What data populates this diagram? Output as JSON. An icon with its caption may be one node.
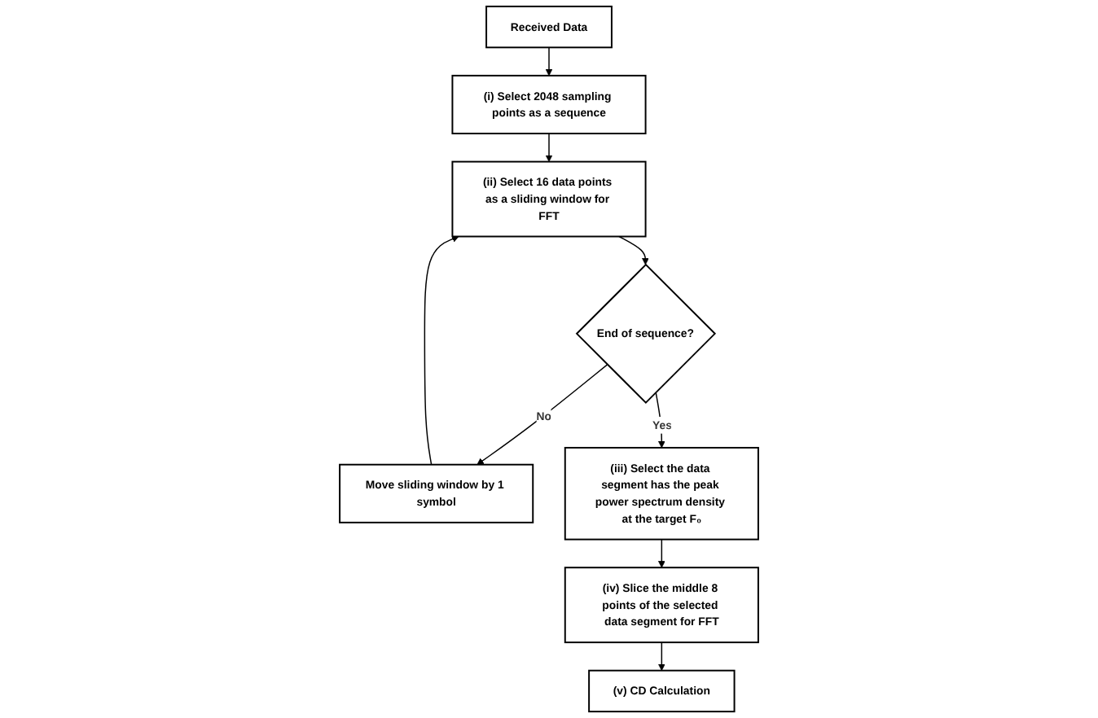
{
  "diagram": {
    "nodes": [
      {
        "text": [
          "Received Data"
        ]
      },
      {
        "text": [
          "(i) Select 2048 sampling points as a sequence"
        ]
      },
      {
        "text": [
          "(ii) Select 16 data points as a sliding window for FFT"
        ]
      },
      {
        "text": [
          "Move sliding window by 1 symbol"
        ]
      },
      {
        "text": [
          "End of sequence?"
        ]
      },
      {
        "text": [
          "(iii) Select the data segment has the peak power spectrum density at the target F₀"
        ]
      },
      {
        "text": [
          "(iv) Slice the middle 8 points of the selected data segment for FFT"
        ]
      },
      {
        "text": [
          "(v) CD Calculation"
        ]
      }
    ],
    "edges": [
      {
        "from": 0,
        "to": 1,
        "arrow": "to"
      },
      {
        "from": 1,
        "to": 2,
        "arrow": "to"
      },
      {
        "from": 2,
        "to": 4,
        "arrow": "to"
      },
      {
        "from": 4,
        "to": 3,
        "label": "No",
        "arrow": "to"
      },
      {
        "from": 3,
        "to": 2,
        "arrow": "to"
      },
      {
        "from": 4,
        "to": 5,
        "label": "Yes",
        "arrow": "to"
      },
      {
        "from": 5,
        "to": 6,
        "arrow": "to"
      },
      {
        "from": 6,
        "to": 7,
        "arrow": "to"
      }
    ]
  }
}
